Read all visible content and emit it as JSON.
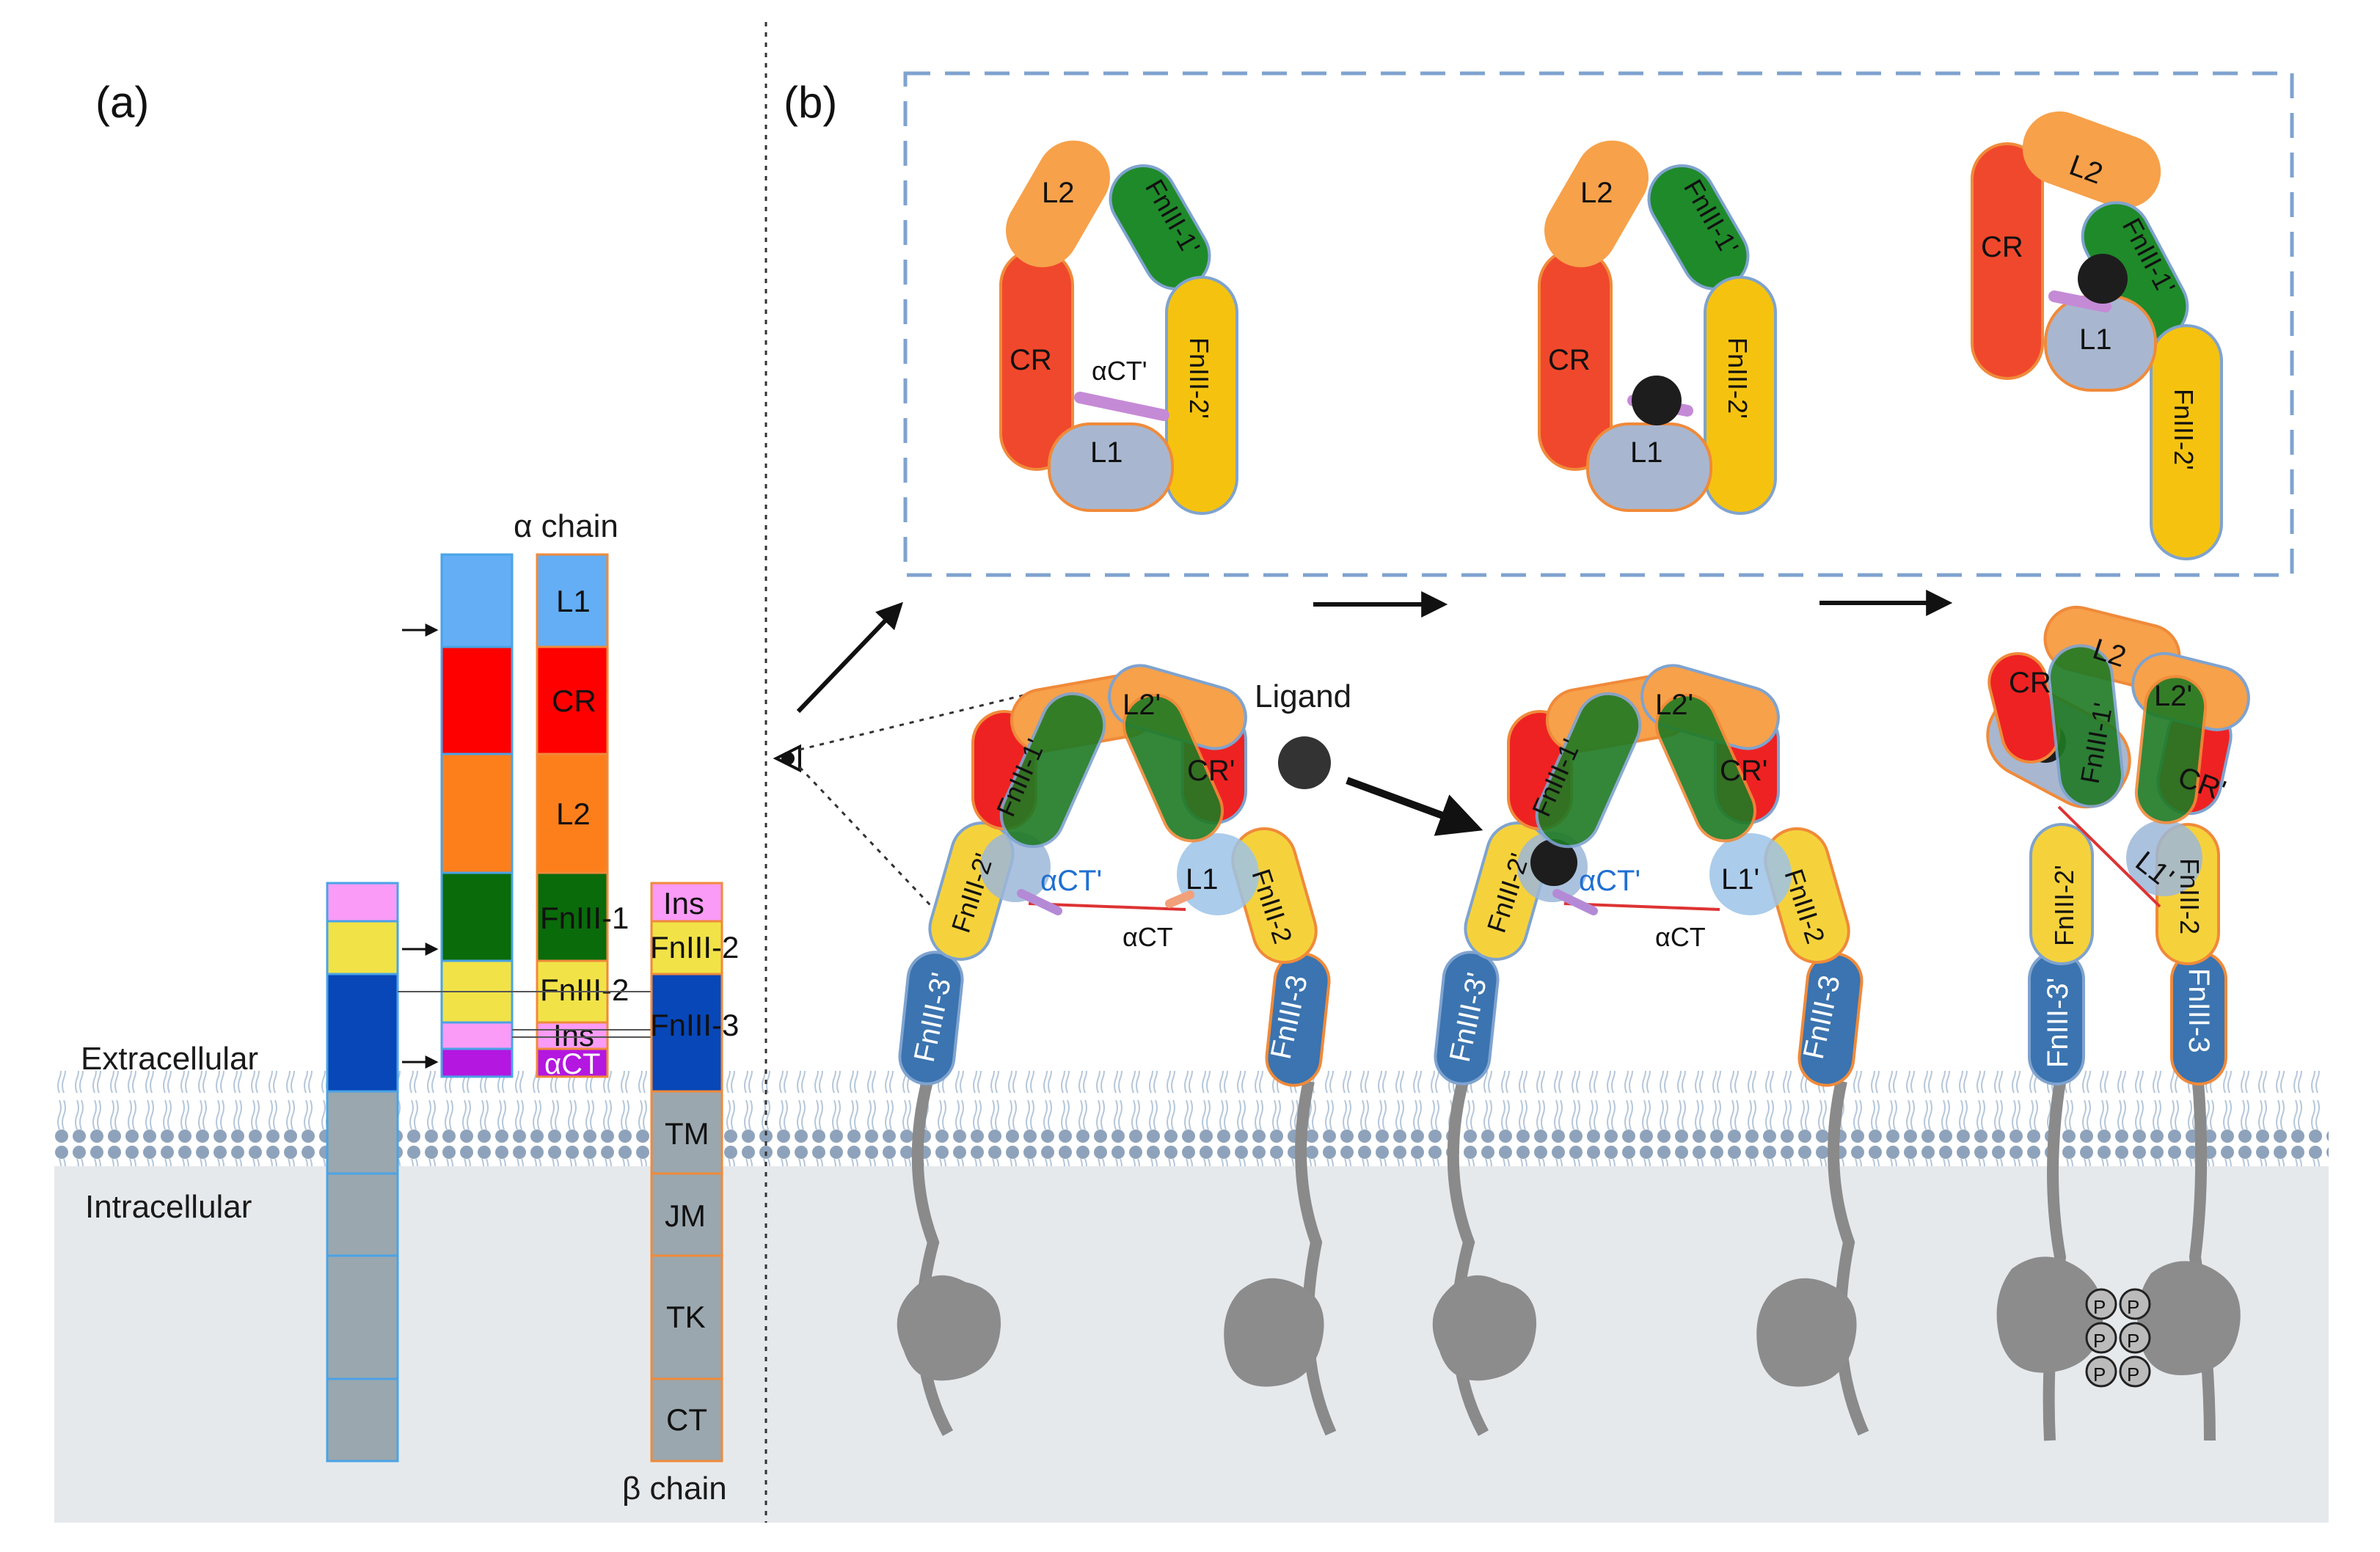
{
  "panels": {
    "a": "(a)",
    "b": "(b)"
  },
  "regions": {
    "extracellular": "Extracellular",
    "intracellular": "Intracellular"
  },
  "chains": {
    "alpha": "α chain",
    "beta": "β chain"
  },
  "alpha_segments": [
    "L1",
    "CR",
    "L2",
    "FnIII-1",
    "FnIII-2",
    "Ins",
    "αCT"
  ],
  "beta_segments": [
    "Ins",
    "FnIII-2",
    "FnIII-3",
    "TM",
    "JM",
    "TK",
    "CT"
  ],
  "domains": {
    "l1": "L1",
    "l1p": "L1'",
    "l2": "L2",
    "l2p": "L2'",
    "cr": "CR",
    "crp": "CR'",
    "fn1p": "FnIII-1'",
    "fn2": "FnIII-2",
    "fn2p": "FnIII-2'",
    "fn3": "FnIII-3",
    "fn3p": "FnIII-3'",
    "act": "αCT",
    "actp": "αCT'"
  },
  "ligand": "Ligand",
  "phospho": "P",
  "colors": {
    "L1": "#63aef5",
    "CR": "#ff0000",
    "L2": "#fd7f1c",
    "FnIII1": "#0a6b0a",
    "FnIII2": "#f1e347",
    "FnIII3": "#0747b8",
    "Ins": "#f99bf7",
    "aCT": "#b317e0",
    "grey": "#9aa7ae",
    "membrane": "#8fa6bf"
  }
}
